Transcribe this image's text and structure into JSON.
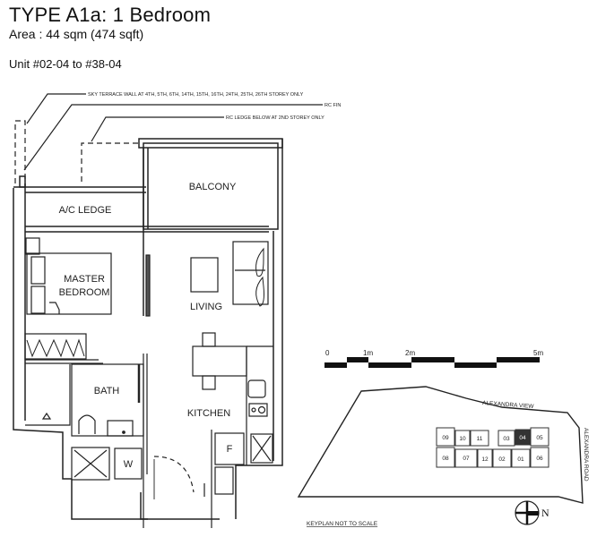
{
  "header": {
    "title": "TYPE A1a: 1 Bedroom",
    "area": "Area :  44 sqm (474 sqft)",
    "units": "Unit  #02-04 to #38-04"
  },
  "annotations": {
    "sky_terrace": "SKY TERRACE WALL AT 4TH, 5TH, 6TH, 14TH, 15TH, 16TH,  24TH, 25TH, 26TH STOREY ONLY",
    "rc_fin": "RC FIN",
    "rc_ledge": "RC LEDGE BELOW AT 2ND STOREY ONLY"
  },
  "rooms": {
    "ac_ledge": "A/C LEDGE",
    "balcony": "BALCONY",
    "master_bedroom_1": "MASTER",
    "master_bedroom_2": "BEDROOM",
    "living": "LIVING",
    "bath": "BATH",
    "kitchen": "KITCHEN",
    "fridge": "F",
    "washer": "W"
  },
  "scale_bar": {
    "labels": [
      "0",
      "1m",
      "2m",
      "5m"
    ]
  },
  "keyplan": {
    "road_top": "ALEXANDRA VIEW",
    "road_right": "ALEXANDRA ROAD",
    "caption": "KEYPLAN   NOT TO SCALE",
    "north": "N",
    "units_top": [
      "09",
      "10",
      "11",
      "03",
      "04",
      "05"
    ],
    "units_bottom": [
      "08",
      "07",
      "12",
      "02",
      "01",
      "06"
    ],
    "highlighted_unit": "04",
    "highlight_color": "#333333"
  }
}
